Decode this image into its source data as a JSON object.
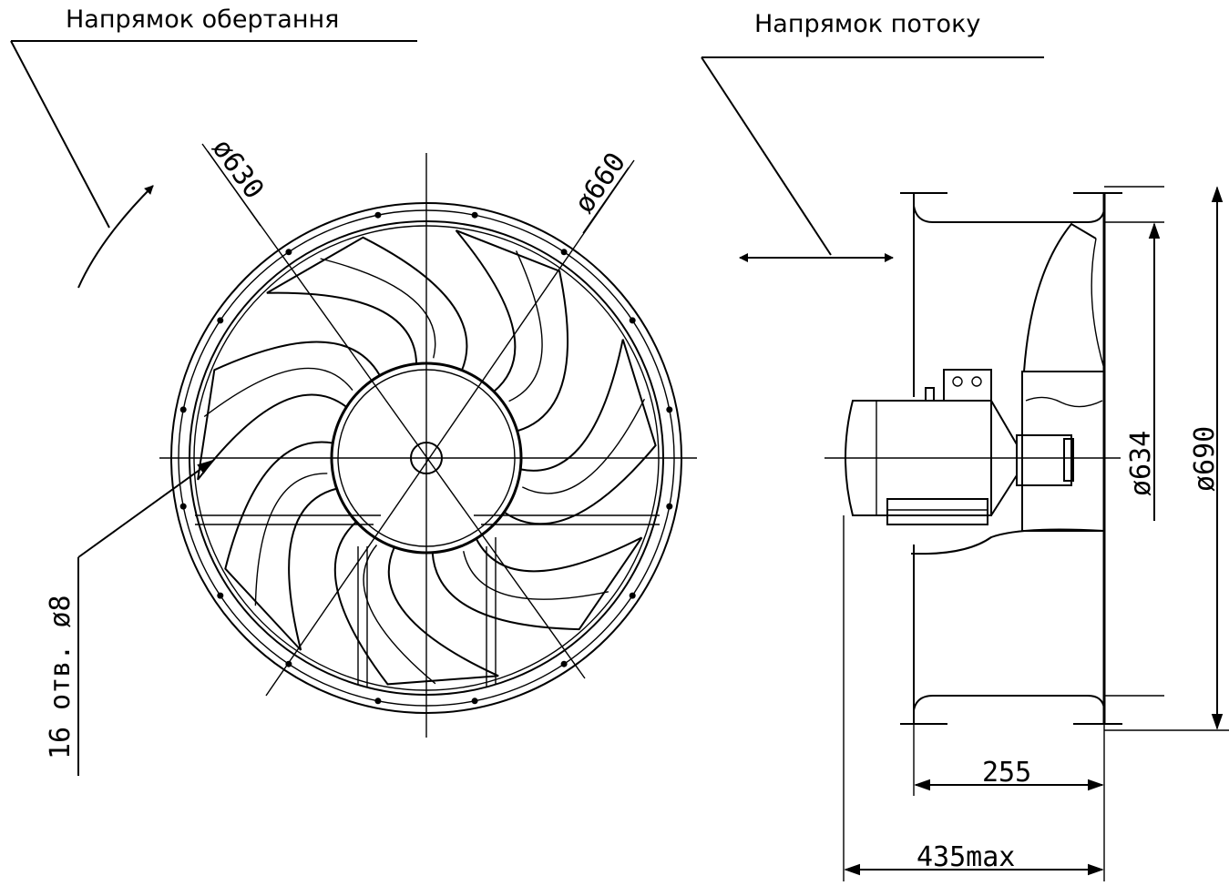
{
  "labels": {
    "rotation_direction": "Напрямок обертання",
    "flow_direction": "Напрямок потоку",
    "holes": "16 отв. ø8"
  },
  "dimensions": {
    "d630": "ø630",
    "d660": "ø660",
    "d634": "ø634",
    "d690": "ø690",
    "len255": "255",
    "len435": "435max"
  },
  "fan": {
    "blade_count": 7,
    "bolt_hole_count": 16
  }
}
